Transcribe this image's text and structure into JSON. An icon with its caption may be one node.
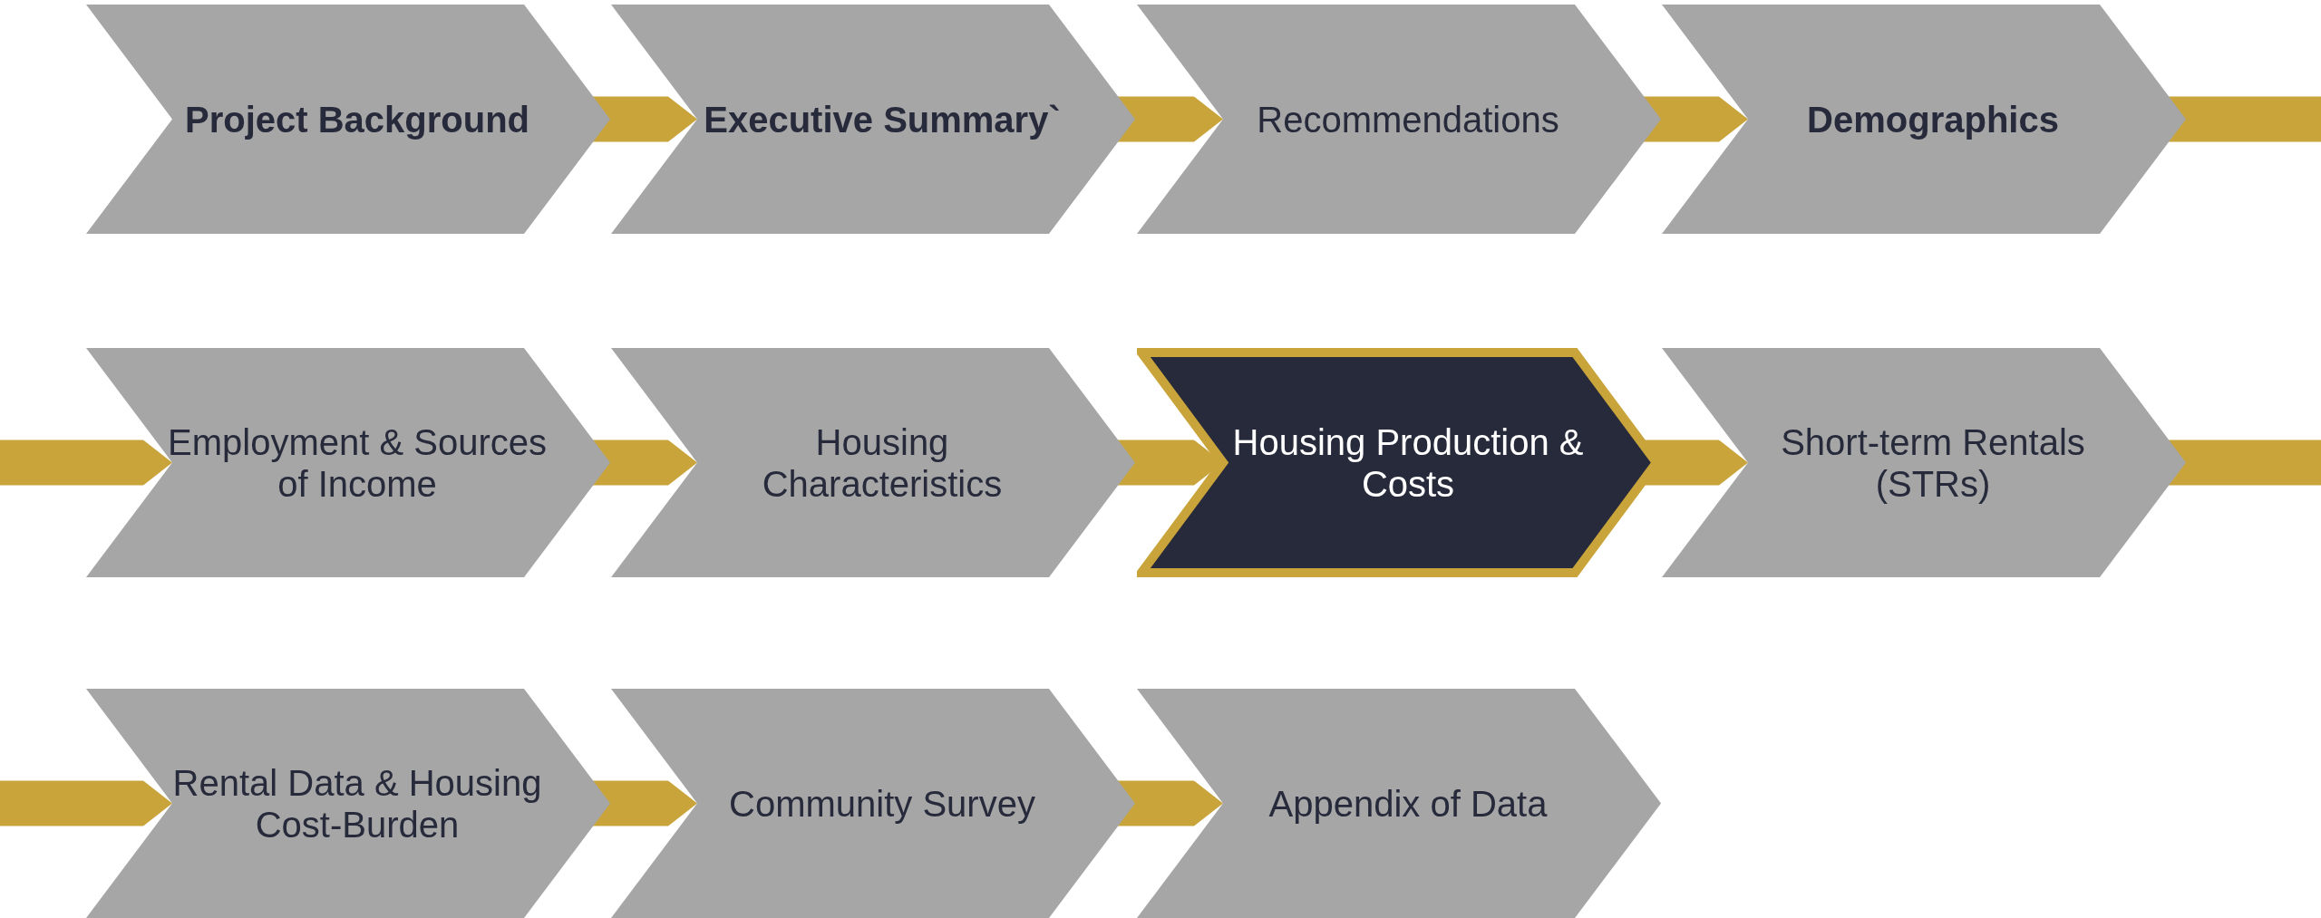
{
  "diagram": {
    "nodes": [
      {
        "text": [
          "Project Background"
        ]
      },
      {
        "text": [
          "Executive Summary`"
        ]
      },
      {
        "text": [
          "Recommendations"
        ]
      },
      {
        "text": [
          "Demographics"
        ]
      },
      {
        "text": [
          "Employment & Sources of Income"
        ]
      },
      {
        "text": [
          "Housing Characteristics"
        ]
      },
      {
        "text": [
          "Housing Production & Costs"
        ]
      },
      {
        "text": [
          "Short-term Rentals (STRs)"
        ]
      },
      {
        "text": [
          "Rental Data & Housing Cost-Burden"
        ]
      },
      {
        "text": [
          "Community Survey"
        ]
      },
      {
        "text": [
          "Appendix of Data"
        ]
      }
    ],
    "edges": [
      {
        "from": 0,
        "to": 1,
        "arrow": "to"
      },
      {
        "from": 1,
        "to": 2,
        "arrow": "to"
      },
      {
        "from": 2,
        "to": 3,
        "arrow": "to"
      },
      {
        "from": 3,
        "to": null,
        "arrow": "none"
      },
      {
        "from": null,
        "to": 4,
        "arrow": "to"
      },
      {
        "from": 4,
        "to": 5,
        "arrow": "to"
      },
      {
        "from": 5,
        "to": 6,
        "arrow": "to"
      },
      {
        "from": 6,
        "to": 7,
        "arrow": "to"
      },
      {
        "from": 7,
        "to": null,
        "arrow": "none"
      },
      {
        "from": null,
        "to": 8,
        "arrow": "to"
      },
      {
        "from": 8,
        "to": 9,
        "arrow": "to"
      },
      {
        "from": 9,
        "to": 10,
        "arrow": "to"
      }
    ]
  }
}
